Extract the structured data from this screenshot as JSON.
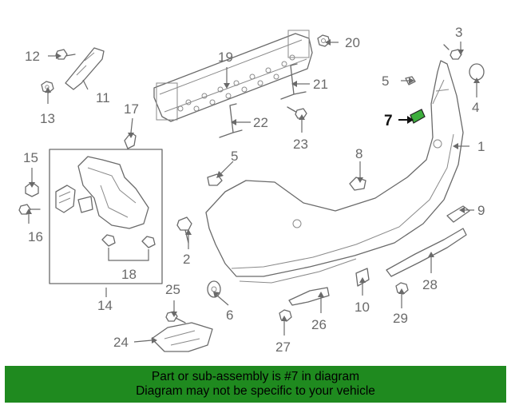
{
  "diagram": {
    "callouts": {
      "c1": "1",
      "c2": "2",
      "c3": "3",
      "c4": "4",
      "c5a": "5",
      "c5b": "5",
      "c6": "6",
      "c7": "7",
      "c8": "8",
      "c9": "9",
      "c10": "10",
      "c11": "11",
      "c12": "12",
      "c13": "13",
      "c14": "14",
      "c15": "15",
      "c16": "16",
      "c17": "17",
      "c18": "18",
      "c19": "19",
      "c20": "20",
      "c21": "21",
      "c22": "22",
      "c23": "23",
      "c24": "24",
      "c25": "25",
      "c26": "26",
      "c27": "27",
      "c28": "28",
      "c29": "29"
    },
    "highlight_color": "#3dae3d"
  },
  "banner": {
    "line1": "Part or sub-assembly is #7 in diagram",
    "line2": "Diagram may not be specific to your vehicle",
    "background": "#1f8a1f"
  }
}
